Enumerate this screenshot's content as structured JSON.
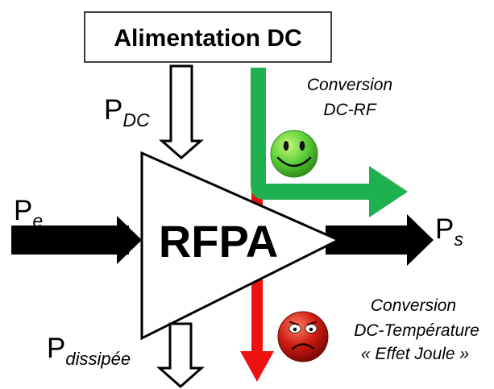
{
  "power_supply": {
    "label": "Alimentation DC"
  },
  "amplifier": {
    "label": "RFPA"
  },
  "inputs": {
    "p_dc": {
      "base": "P",
      "sub": "DC"
    },
    "p_e": {
      "base": "P",
      "sub": "e"
    }
  },
  "outputs": {
    "p_s": {
      "base": "P",
      "sub": "s"
    },
    "p_dissipated": {
      "base": "P",
      "sub": "dissipée"
    }
  },
  "conversions": {
    "rf": {
      "line1": "Conversion",
      "line2": "DC-RF",
      "face": "smiley-happy-icon"
    },
    "thermal": {
      "line1": "Conversion",
      "line2": "DC-Température",
      "line3": "« Effet Joule »",
      "face": "smiley-sad-icon"
    }
  },
  "colors": {
    "green_path": "#1fb050",
    "red_path": "#ee1111",
    "black_arrows": "#000000",
    "smiley_green": "#5cd13a",
    "smiley_red": "#c81a10"
  }
}
